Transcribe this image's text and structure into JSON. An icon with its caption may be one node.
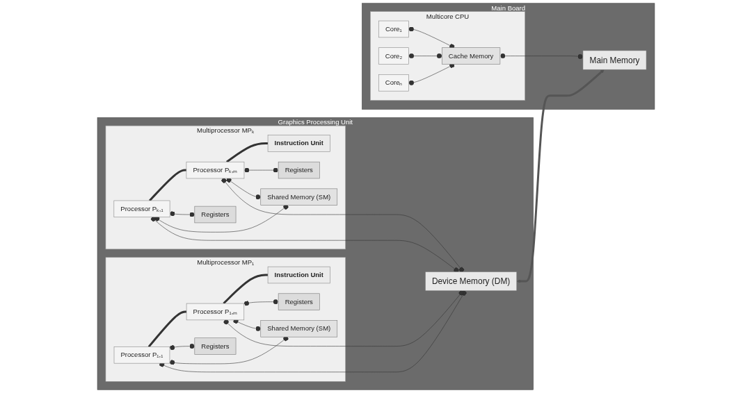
{
  "diagram": {
    "nodes": [
      {
        "text": [
          "Graphics Processing Unit"
        ]
      },
      {
        "text": [
          "Multiprocessor MP₁"
        ],
        "in": 0
      },
      {
        "text": [
          "Processor P₁,₁"
        ],
        "in": 1
      },
      {
        "text": [
          "Processor P₁,ₘ"
        ],
        "in": 1
      },
      {
        "text": [
          "Registers"
        ],
        "in": 1
      },
      {
        "text": [
          "Registers"
        ],
        "in": 1
      },
      {
        "text": [
          "Shared Memory (SM)"
        ],
        "in": 1
      },
      {
        "text": [
          "Instruction Unit"
        ],
        "in": 1
      },
      {
        "text": [
          "Multiprocessor MPₖ"
        ],
        "in": 0
      },
      {
        "text": [
          "Processor Pₖ,₁"
        ],
        "in": 8
      },
      {
        "text": [
          "Processor Pₖ,ₘ"
        ],
        "in": 8
      },
      {
        "text": [
          "Registers"
        ],
        "in": 8
      },
      {
        "text": [
          "Registers"
        ],
        "in": 8
      },
      {
        "text": [
          "Shared Memory (SM)"
        ],
        "in": 8
      },
      {
        "text": [
          "Instruction Unit"
        ],
        "in": 8
      },
      {
        "text": [
          "Device Memory (DM)"
        ],
        "in": 0
      },
      {
        "text": [
          "Main Board"
        ]
      },
      {
        "text": [
          "Multicore CPU"
        ],
        "in": 16
      },
      {
        "text": [
          "Core₁"
        ],
        "in": 17
      },
      {
        "text": [
          "Core₂"
        ],
        "in": 17
      },
      {
        "text": [
          "Coreₙ"
        ],
        "in": 17
      },
      {
        "text": [
          "Cache Memory"
        ],
        "in": 17
      },
      {
        "text": [
          "Main Memory"
        ],
        "in": 16
      }
    ],
    "edges": [
      {
        "from": 2,
        "to": 3,
        "arrow": "none",
        "style": "thick"
      },
      {
        "from": 3,
        "to": 7,
        "arrow": "none",
        "style": "thick"
      },
      {
        "from": 2,
        "to": 4,
        "arrow": "other"
      },
      {
        "from": 3,
        "to": 5,
        "arrow": "other"
      },
      {
        "from": 2,
        "to": 6,
        "arrow": "other"
      },
      {
        "from": 3,
        "to": 6,
        "arrow": "other"
      },
      {
        "from": 2,
        "to": 15,
        "arrow": "other"
      },
      {
        "from": 3,
        "to": 15,
        "arrow": "other"
      },
      {
        "from": 9,
        "to": 10,
        "arrow": "none",
        "style": "thick"
      },
      {
        "from": 10,
        "to": 14,
        "arrow": "none",
        "style": "thick"
      },
      {
        "from": 9,
        "to": 11,
        "arrow": "other"
      },
      {
        "from": 10,
        "to": 12,
        "arrow": "other"
      },
      {
        "from": 9,
        "to": 13,
        "arrow": "other"
      },
      {
        "from": 10,
        "to": 13,
        "arrow": "other"
      },
      {
        "from": 9,
        "to": 15,
        "arrow": "other"
      },
      {
        "from": 10,
        "to": 15,
        "arrow": "other"
      },
      {
        "from": 18,
        "to": 21,
        "arrow": "other"
      },
      {
        "from": 19,
        "to": 21,
        "arrow": "other"
      },
      {
        "from": 20,
        "to": 21,
        "arrow": "other"
      },
      {
        "from": 21,
        "to": 22,
        "arrow": "other"
      },
      {
        "from": 15,
        "to": 22,
        "arrow": "both",
        "style": "thick",
        "color": "#555555"
      }
    ]
  }
}
